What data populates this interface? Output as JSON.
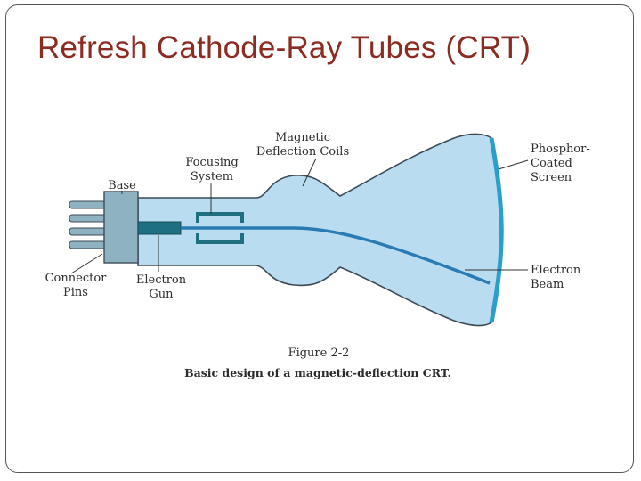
{
  "slide": {
    "title": "Refresh Cathode-Ray Tubes (CRT)"
  },
  "diagram": {
    "labels": {
      "magnetic_line1": "Magnetic",
      "magnetic_line2": "Deflection Coils",
      "focusing_line1": "Focusing",
      "focusing_line2": "System",
      "base": "Base",
      "phosphor_line1": "Phosphor-",
      "phosphor_line2": "Coated",
      "phosphor_line3": "Screen",
      "connector_line1": "Connector",
      "connector_line2": "Pins",
      "gun_line1": "Electron",
      "gun_line2": "Gun",
      "beam_line1": "Electron",
      "beam_line2": "Beam"
    },
    "figure_number": "Figure 2-2",
    "caption": "Basic design of a magnetic-deflection CRT."
  },
  "colors": {
    "title": "#8b2b22",
    "tube_fill": "#b9dcf0",
    "tube_outline": "#3c4a55",
    "base": "#8fb2c2",
    "gun": "#1e6f80",
    "beam": "#2a7bb3",
    "screen": "#2aa0c9"
  }
}
